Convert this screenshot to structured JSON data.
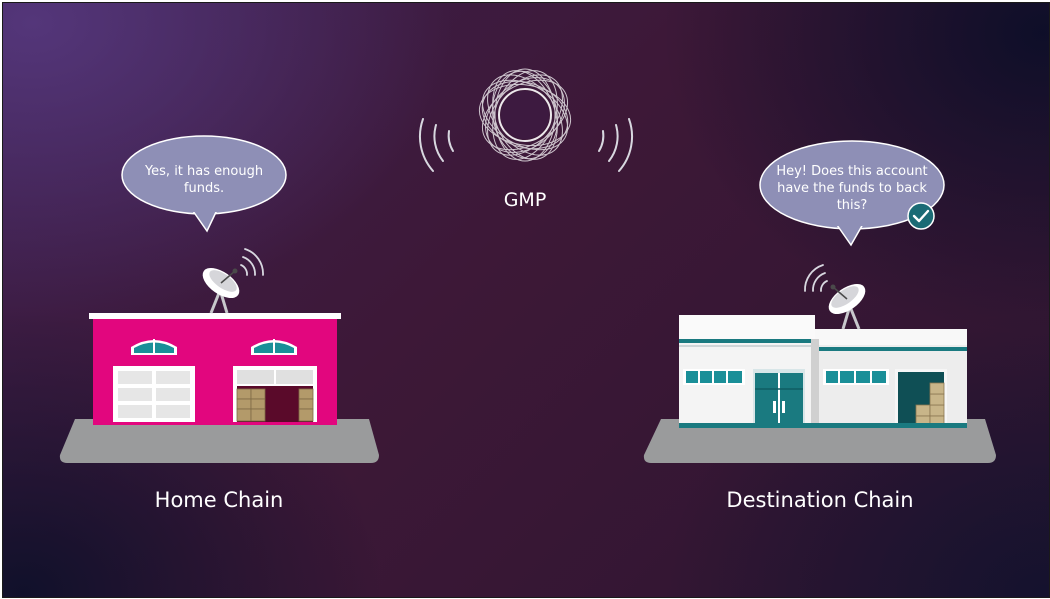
{
  "protocol": {
    "label": "GMP",
    "icon": "gmp-logo-icon"
  },
  "home": {
    "label": "Home Chain",
    "speech": "Yes, it has enough funds.",
    "building_color": "#e2067e"
  },
  "destination": {
    "label": "Destination Chain",
    "speech": "Hey! Does this account have the funds to back this?",
    "status_icon": "checkmark-icon",
    "accent_color": "#1a7a80"
  },
  "colors": {
    "bubble": "#8e8fb6",
    "ground": "#9a9b9c",
    "text": "#ffffff"
  }
}
